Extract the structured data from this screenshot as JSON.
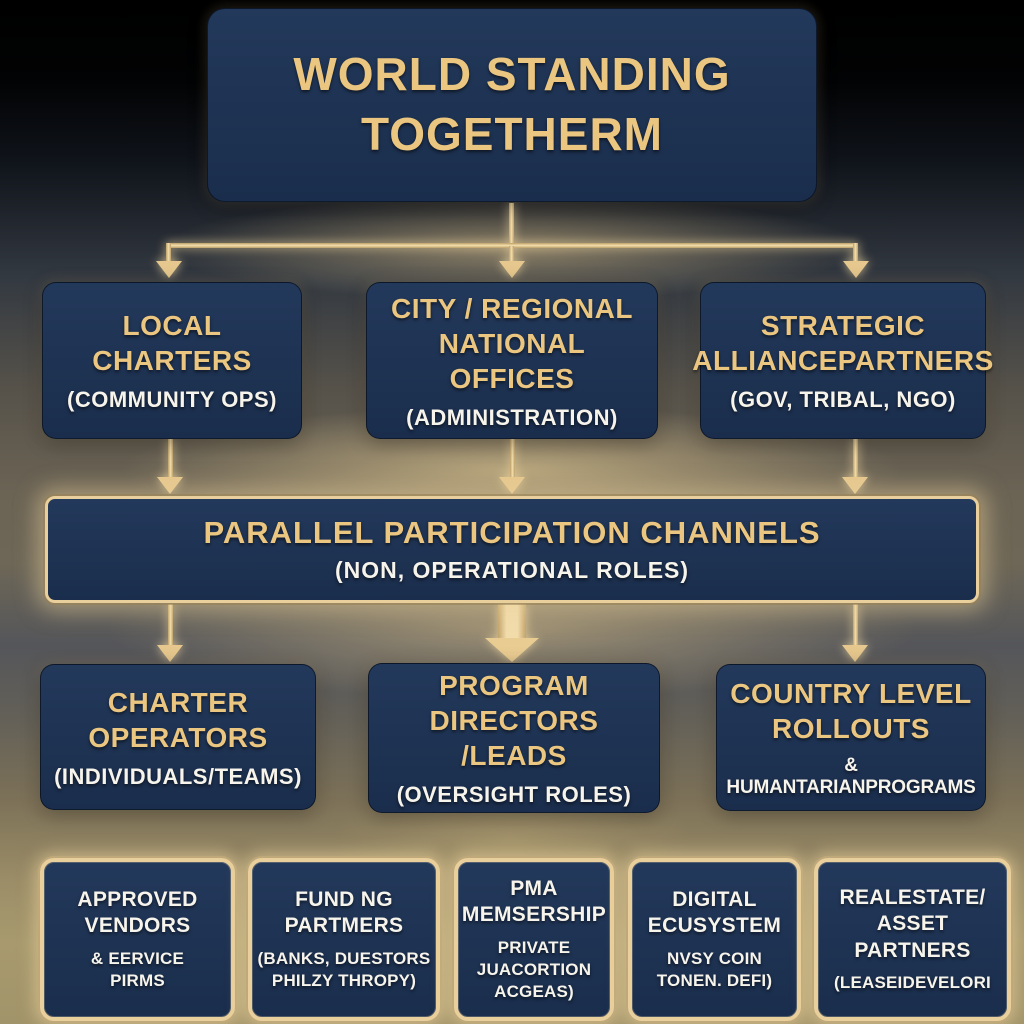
{
  "palette": {
    "box_navy": "#1c3251",
    "gold_text": "#ebc680",
    "white_text": "#f7f4ec",
    "gold_border": "#e9cf9b",
    "arrow_gold": "#e6c88e",
    "background_top": "#000000",
    "background_bottom_tan": "#a89a6e"
  },
  "chart": {
    "root": {
      "title": "WORLD STANDING\nTOGETHERM"
    },
    "tier2": [
      {
        "title": "LOCAL\nCHARTERS",
        "subtitle": "(COMMUNITY OPS)"
      },
      {
        "title": "CITY / REGIONAL\nNATIONAL OFFICES",
        "subtitle": "(ADMINISTRATION)"
      },
      {
        "title": "STRATEGIC\nALLIANCEPARTNERS",
        "subtitle": "(GOV, TRIBAL, NGO)"
      }
    ],
    "channels": {
      "title": "PARALLEL PARTICIPATION CHANNELS",
      "subtitle": "(NON, OPERATIONAL ROLES)"
    },
    "tier3": [
      {
        "title": "CHARTER\nOPERATORS",
        "subtitle": "(INDIVIDUALS/TEAMS)"
      },
      {
        "title": "PROGRAM\nDIRECTORS /LEADS",
        "subtitle": "(OVERSIGHT ROLES)"
      },
      {
        "title": "COUNTRY LEVEL\nROLLOUTS",
        "subtitle": "& HUMANTARIANPROGRAMS"
      }
    ],
    "tier4": [
      {
        "title": "APPROVED\nVENDORS",
        "subtitle": "& EERVICE\nPIRMS"
      },
      {
        "title": "FUND NG\nPARTMERS",
        "subtitle": "(BANKS, DUESTORS\nPHILZY THROPY)"
      },
      {
        "title": "PMA\nMEMSERSHIP",
        "subtitle": "PRIVATE\nJUACORTION\nACGEAS)"
      },
      {
        "title": "DIGITAL\nECUSYSTEM",
        "subtitle": "NVSY COIN\nTONEN. DEFI)"
      },
      {
        "title": "REALESTATE/\nASSET\nPARTNERS",
        "subtitle": "(LEASEIDEVELORI"
      }
    ]
  }
}
